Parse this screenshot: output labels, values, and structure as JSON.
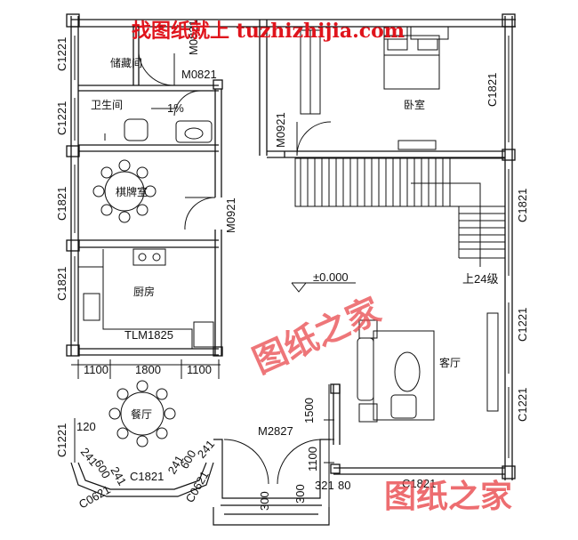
{
  "banner": {
    "text": "找图纸就上 tuzhizhijia.com",
    "color": "#e0141c"
  },
  "watermarks": {
    "center": "图纸之家",
    "bottom_right": "图纸之家",
    "color": "#e8484c"
  },
  "rooms": {
    "storage": "储藏间",
    "bathroom": "卫生间",
    "chess_room": "棋牌室",
    "kitchen": "厨房",
    "dining": "餐厅",
    "bedroom": "卧室",
    "living": "客厅"
  },
  "annotations": {
    "slope": "1%",
    "elevation": "±0.000",
    "stairs": "上24级",
    "kitchen_door": "TLM1825",
    "main_door": "M2827"
  },
  "doors": {
    "storage_door": "M0821",
    "bath_door": "M0821",
    "chess_door": "M0921",
    "bedroom_door": "M0921"
  },
  "windows": {
    "storage_window": "C1221",
    "bath_window": "C1221",
    "chess_window": "C1821",
    "kitchen_window": "C1821",
    "dining_left_window": "C1221",
    "bay_left_window": "C0621",
    "bay_front_window": "C1821",
    "bay_right_window": "C0621",
    "bedroom_right_window": "C1821",
    "stair_right_window": "C1821",
    "living_window_1": "C1221",
    "living_window_2": "C1221",
    "living_bottom_window": "C1821"
  },
  "dimensions": {
    "d1100a": "1100",
    "d1800": "1800",
    "d1100b": "1100",
    "d120": "120",
    "bay_a1": "241",
    "bay_a2": "600",
    "bay_a3": "241",
    "bay_b1": "241",
    "bay_b2": "600",
    "bay_b3": "241",
    "d1500": "1500",
    "d1100v": "1100",
    "d300a": "300",
    "d300b": "300",
    "d321": "321",
    "d80": "80"
  }
}
